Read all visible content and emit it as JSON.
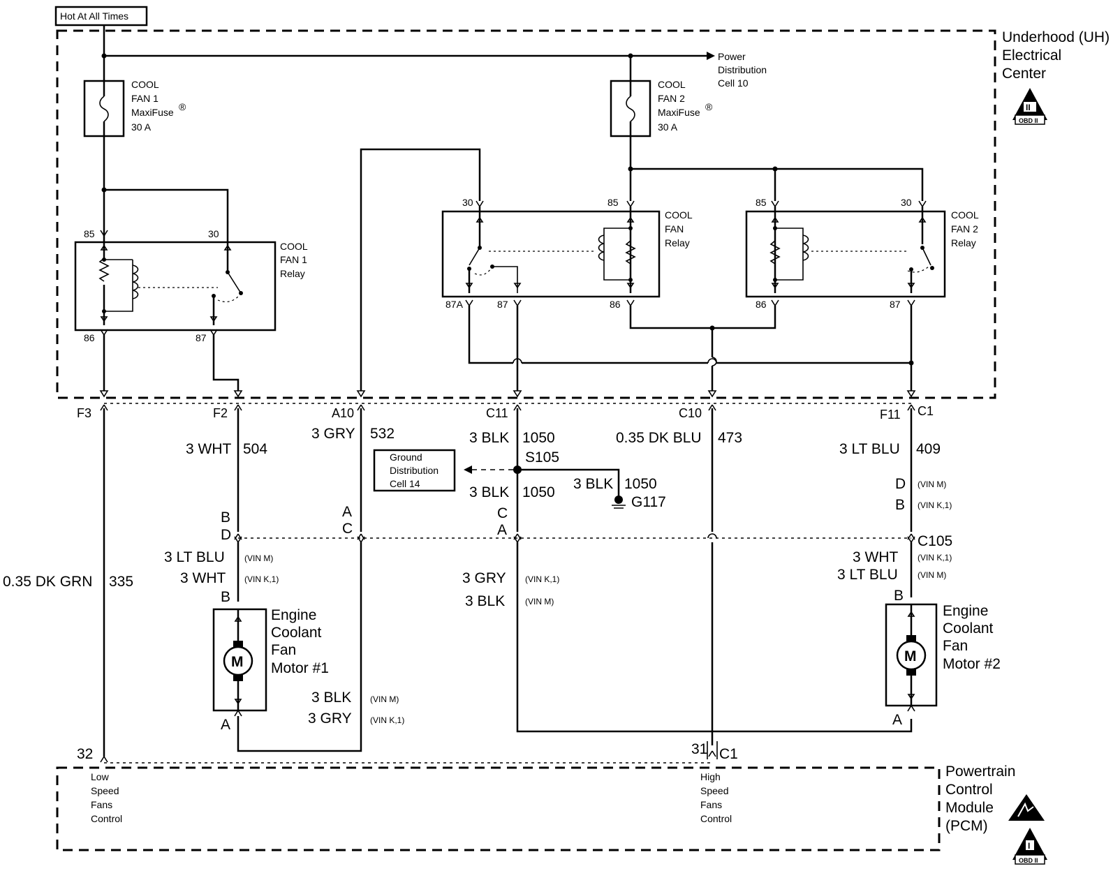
{
  "labels": {
    "hot_at_all_times": "Hot At All Times",
    "uh_center": [
      "Underhood (UH)",
      "Electrical",
      "Center"
    ],
    "pcm": [
      "Powertrain",
      "Control",
      "Module",
      "(PCM)"
    ],
    "power_dist": [
      "Power",
      "Distribution",
      "Cell 10"
    ],
    "fuse1": [
      "COOL",
      "FAN 1",
      "MaxiFuse",
      "30 A"
    ],
    "fuse2": [
      "COOL",
      "FAN 2",
      "MaxiFuse",
      "30 A"
    ],
    "registered": "®",
    "relay1": [
      "COOL",
      "FAN 1",
      "Relay"
    ],
    "relay_fan": [
      "COOL",
      "FAN",
      "Relay"
    ],
    "relay2": [
      "COOL",
      "FAN 2",
      "Relay"
    ],
    "ground_dist": [
      "Ground",
      "Distribution",
      "Cell 14"
    ],
    "motor1": [
      "Engine",
      "Coolant",
      "Fan",
      "Motor #1"
    ],
    "motor2": [
      "Engine",
      "Coolant",
      "Fan",
      "Motor #2"
    ],
    "motor_symbol": "M",
    "low_speed": [
      "Low",
      "Speed",
      "Fans",
      "Control"
    ],
    "high_speed": [
      "High",
      "Speed",
      "Fans",
      "Control"
    ],
    "obd": "OBD II",
    "badge_roman": "II",
    "badge_roman_small": "I"
  },
  "pins": {
    "r1_85": "85",
    "r1_30": "30",
    "r1_86": "86",
    "r1_87": "87",
    "rf_30": "30",
    "rf_85": "85",
    "rf_87a": "87A",
    "rf_87": "87",
    "rf_86": "86",
    "r2_85": "85",
    "r2_30": "30",
    "r2_86": "86",
    "r2_87": "87",
    "f3": "F3",
    "f2": "F2",
    "a10": "A10",
    "c11": "C11",
    "c10": "C10",
    "f11": "F11",
    "c1_top": "C1",
    "s105": "S105",
    "g117": "G117",
    "b_left": "B",
    "d_left": "D",
    "a_mid": "A",
    "c_mid": "C",
    "c_mid2": "C",
    "a_mid2": "A",
    "d_right": "D",
    "b_right": "B",
    "c105": "C105",
    "m1_b": "B",
    "m1_a": "A",
    "m2_b": "B",
    "m2_a": "A",
    "pcm_32": "32",
    "pcm_31": "31",
    "c1_bottom": "C1"
  },
  "wires": {
    "w335": [
      "0.35 DK GRN",
      "335"
    ],
    "w504": [
      "3 WHT",
      "504"
    ],
    "w532": [
      "3 GRY",
      "532"
    ],
    "w1050a": [
      "3 BLK",
      "1050"
    ],
    "w1050b": [
      "3 BLK",
      "1050"
    ],
    "w1050c": [
      "3 BLK",
      "1050"
    ],
    "w473": [
      "0.35 DK BLU",
      "473"
    ],
    "w409": [
      "3 LT BLU",
      "409"
    ],
    "m1_top_a": [
      "3 LT BLU",
      "(VIN M)"
    ],
    "m1_top_b": [
      "3 WHT",
      "(VIN K,1)"
    ],
    "m1_bot_a": [
      "3 BLK",
      "(VIN M)"
    ],
    "m1_bot_b": [
      "3 GRY",
      "(VIN K,1)"
    ],
    "mid_a": [
      "3 GRY",
      "(VIN K,1)"
    ],
    "mid_b": [
      "3 BLK",
      "(VIN M)"
    ],
    "r_top_a": "(VIN M)",
    "r_top_b": "(VIN K,1)",
    "m2_top_a": [
      "3 WHT",
      "(VIN K,1)"
    ],
    "m2_top_b": [
      "3 LT BLU",
      "(VIN M)"
    ]
  }
}
